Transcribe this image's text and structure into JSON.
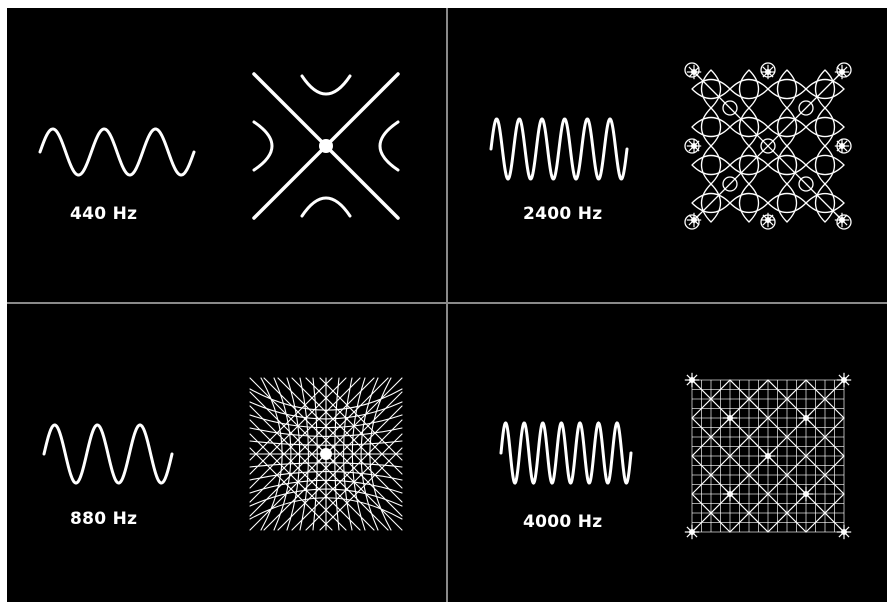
{
  "colors": {
    "background": "#000000",
    "stroke": "#ffffff",
    "divider": "#8a8a8a"
  },
  "panels": [
    {
      "frequency_label": "440 Hz",
      "wave_cycles": 3,
      "pattern": "chladni-440"
    },
    {
      "frequency_label": "2400 Hz",
      "wave_cycles": 6,
      "pattern": "chladni-2400"
    },
    {
      "frequency_label": "880 Hz",
      "wave_cycles": 3,
      "pattern": "chladni-880"
    },
    {
      "frequency_label": "4000 Hz",
      "wave_cycles": 7,
      "pattern": "chladni-4000"
    }
  ]
}
